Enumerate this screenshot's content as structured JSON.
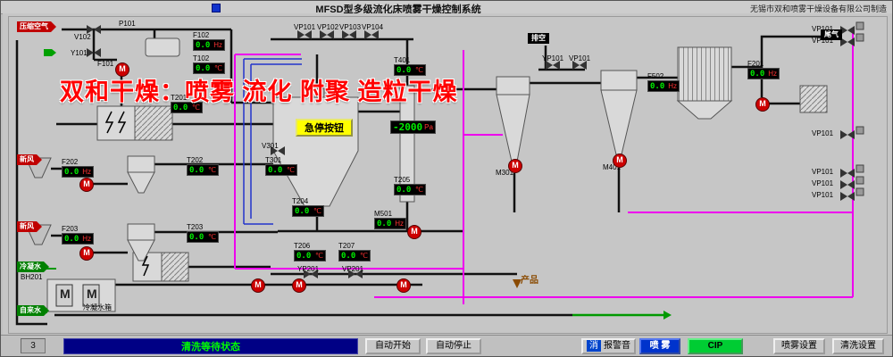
{
  "header": {
    "title": "MFSD型多级流化床喷雾干燥控制系统",
    "company": "无锡市双和喷雾干燥设备有限公司制造"
  },
  "watermark": "双和干燥：喷雾 流化 附聚 造粒干燥",
  "symbols": {
    "motor": "M"
  },
  "emergency_stop": "急停按钮",
  "flow_tags": {
    "compressed_air": "压缩空气",
    "fresh_air_1": "新风",
    "fresh_air_2": "新风",
    "condensate": "冷凝水",
    "tap_water": "自来水",
    "vent": "排空",
    "exhaust": "尾气",
    "product": "产品"
  },
  "displays": [
    {
      "id": "F102",
      "value": "0.0",
      "unit": "Hz"
    },
    {
      "id": "T102",
      "value": "0.0",
      "unit": "℃"
    },
    {
      "id": "T201",
      "value": "0.0",
      "unit": "℃"
    },
    {
      "id": "F202",
      "value": "0.0",
      "unit": "Hz"
    },
    {
      "id": "T202",
      "value": "0.0",
      "unit": "℃"
    },
    {
      "id": "T301",
      "value": "0.0",
      "unit": "℃"
    },
    {
      "id": "F203",
      "value": "0.0",
      "unit": "Hz"
    },
    {
      "id": "T203",
      "value": "0.0",
      "unit": "℃"
    },
    {
      "id": "T204",
      "value": "0.0",
      "unit": "℃"
    },
    {
      "id": "T401",
      "value": "0.0",
      "unit": "℃"
    },
    {
      "id": "P401",
      "value": "-2000",
      "unit": "Pa"
    },
    {
      "id": "T205",
      "value": "0.0",
      "unit": "℃"
    },
    {
      "id": "T206",
      "value": "0.0",
      "unit": "℃"
    },
    {
      "id": "T207",
      "value": "0.0",
      "unit": "℃"
    },
    {
      "id": "M501",
      "value": "0.0",
      "unit": "Hz"
    },
    {
      "id": "F502",
      "value": "0.0",
      "unit": "Hz"
    },
    {
      "id": "F201",
      "value": "0.0",
      "unit": "Hz"
    }
  ],
  "valve_labels": {
    "v102": "V102",
    "y101": "Y101",
    "p101": "P101",
    "f101": "F101",
    "vp101": "VP101",
    "vp102": "VP102",
    "vp103": "VP103",
    "vp104": "VP104",
    "yp101": "YP101",
    "v301": "V301",
    "vp201": "VP201",
    "yp201": "YP201",
    "right_valve": "VP101"
  },
  "equipment_labels": {
    "m301": "M301",
    "m401": "M401",
    "bh201": "BH201",
    "condensate_tank": "冷凝水箱"
  },
  "status_bar": {
    "counter": "3",
    "status": "清洗等待状态",
    "auto_start": "自动开始",
    "auto_stop": "自动停止",
    "mute_key": "消",
    "mute_label": "报警音",
    "spray": "喷 雾",
    "cip": "CIP",
    "spray_settings": "喷雾设置",
    "clean_settings": "清洗设置"
  },
  "colors": {
    "display_green": "#00ee00",
    "unit_red": "#ff3333",
    "alarm_red": "#cc0000",
    "cip_line_magenta": "#ee00ee",
    "water_line_blue": "#2233cc",
    "status_bg_blue": "#000085",
    "status_text_green": "#00ff00",
    "cip_button_green": "#00cc33",
    "watermark_red": "#ff0000",
    "estop_yellow": "#ffff00"
  }
}
